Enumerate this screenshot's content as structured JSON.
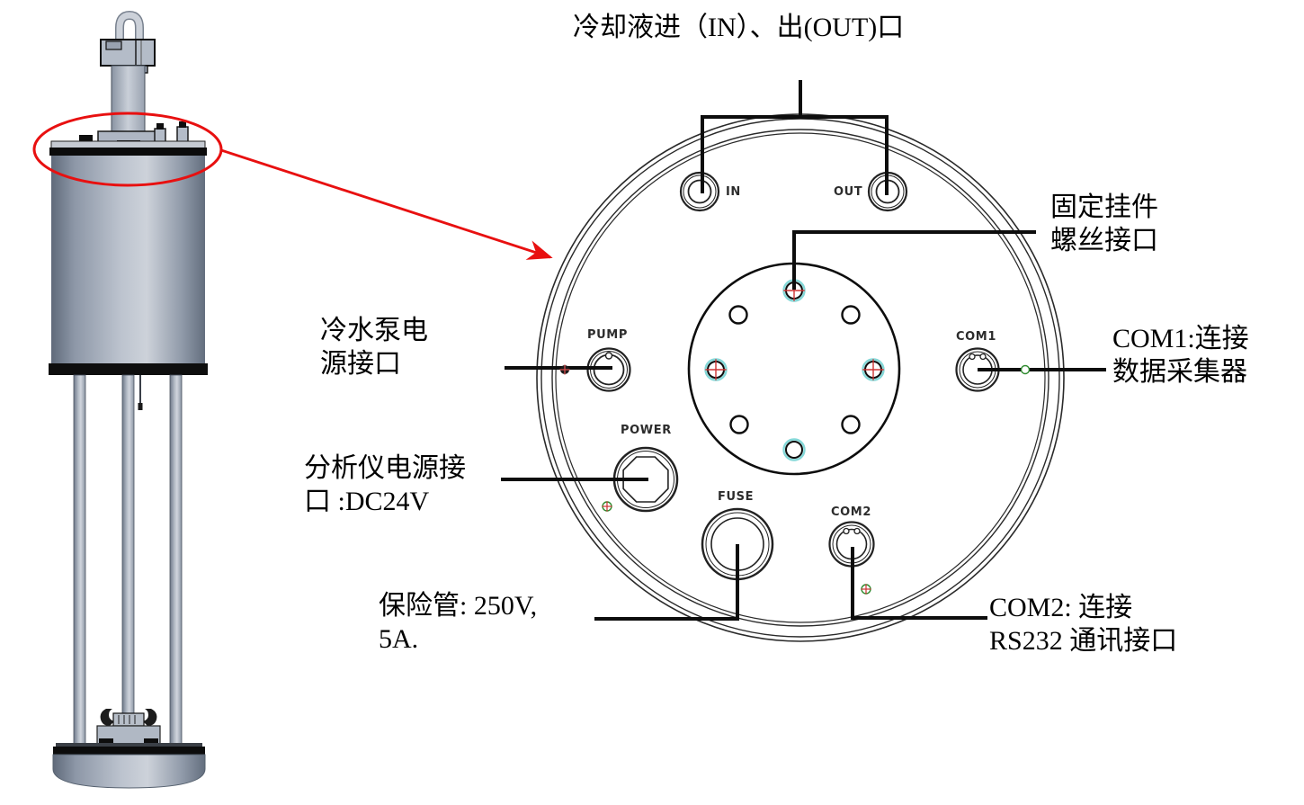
{
  "diagram": {
    "annotations": {
      "coolant_ports": "冷却液进（IN）、出(OUT)口",
      "mount_screw": "固定挂件\n螺丝接口",
      "pump_power": "冷水泵电\n源接口",
      "com1": "COM1:连接\n数据采集器",
      "analyzer_power": "分析仪电源接\n口 :DC24V",
      "fuse": "保险管: 250V,\n5A.",
      "com2": "COM2: 连接\nRS232 通讯接口"
    },
    "port_labels": {
      "in": "IN",
      "out": "OUT",
      "pump": "PUMP",
      "power": "POWER",
      "fuse": "FUSE",
      "com2": "COM2",
      "com1": "COM1"
    },
    "colors": {
      "annotation_line": "#0d0d0d",
      "callout_red": "#e81010",
      "screw_cross_red": "#cc3333",
      "screw_ring_cyan": "#84d8d8",
      "marker_green": "#2e8b2e",
      "device_body_gray": "#aab4c2"
    }
  }
}
